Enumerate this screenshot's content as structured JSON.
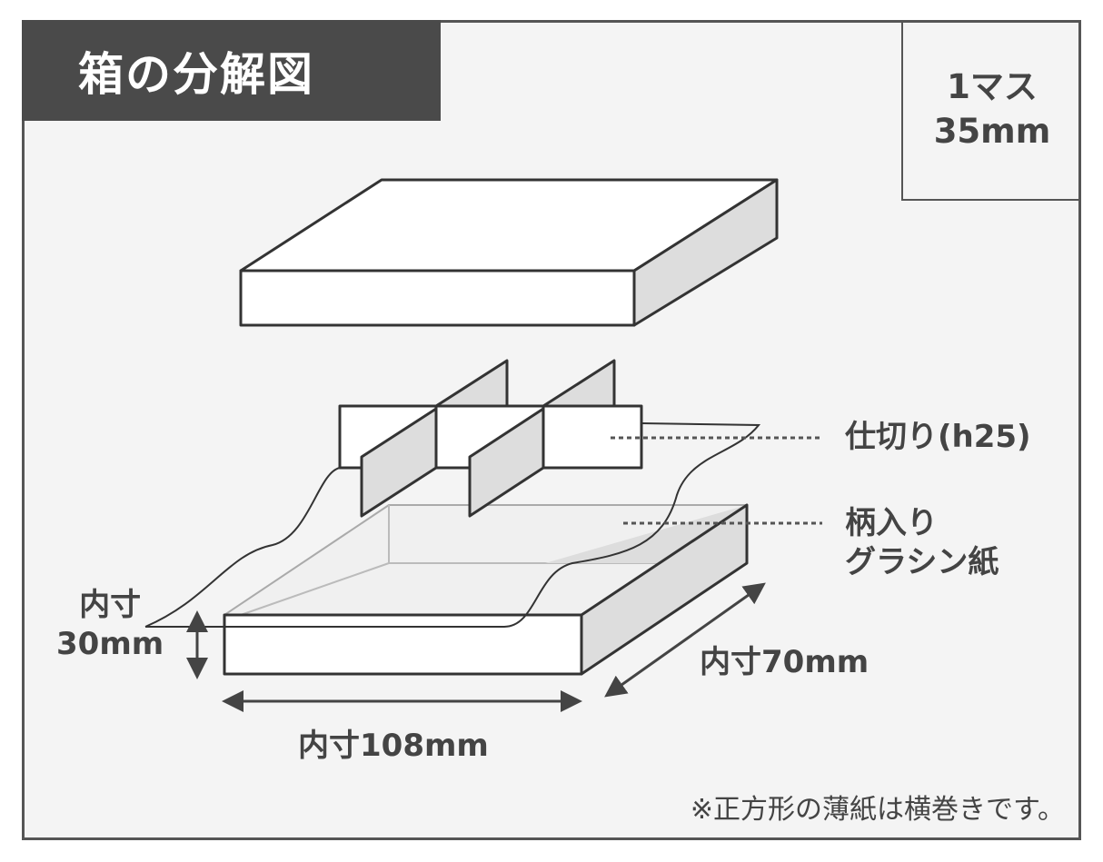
{
  "title": "箱の分解図",
  "scale": {
    "line1": "1マス",
    "line2": "35mm"
  },
  "labels": {
    "divider": "仕切り(h25)",
    "paper_line1": "柄入り",
    "paper_line2": "グラシン紙",
    "height_line1": "内寸",
    "height_line2": "30mm",
    "depth": "内寸70mm",
    "width": "内寸108mm"
  },
  "note": "※正方形の薄紙は横巻きです。",
  "colors": {
    "title_bg": "#4a4a4a",
    "frame_bg": "#f4f4f4",
    "line": "#333333",
    "shade": "#d9d9d9"
  }
}
